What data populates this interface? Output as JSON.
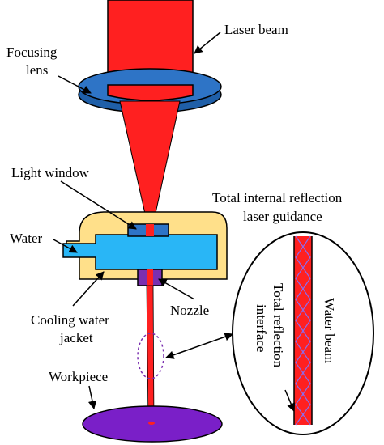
{
  "labels": {
    "laser_beam": "Laser beam",
    "focusing_lens_1": "Focusing",
    "focusing_lens_2": "lens",
    "light_window": "Light window",
    "tir_1": "Total internal reflection",
    "tir_2": "laser guidance",
    "water": "Water",
    "nozzle": "Nozzle",
    "jacket_1": "Cooling water",
    "jacket_2": "jacket",
    "workpiece": "Workpiece",
    "water_beam": "Water beam",
    "tri_1": "Total reflection",
    "tri_2": "interface"
  },
  "colors": {
    "laser": "#ff2020",
    "lens": "#2e74c6",
    "water": "#29b6f6",
    "jacket": "#ffe08a",
    "nozzle": "#7a2fb0",
    "workpiece": "#7a1fc8",
    "outline": "#000000"
  }
}
